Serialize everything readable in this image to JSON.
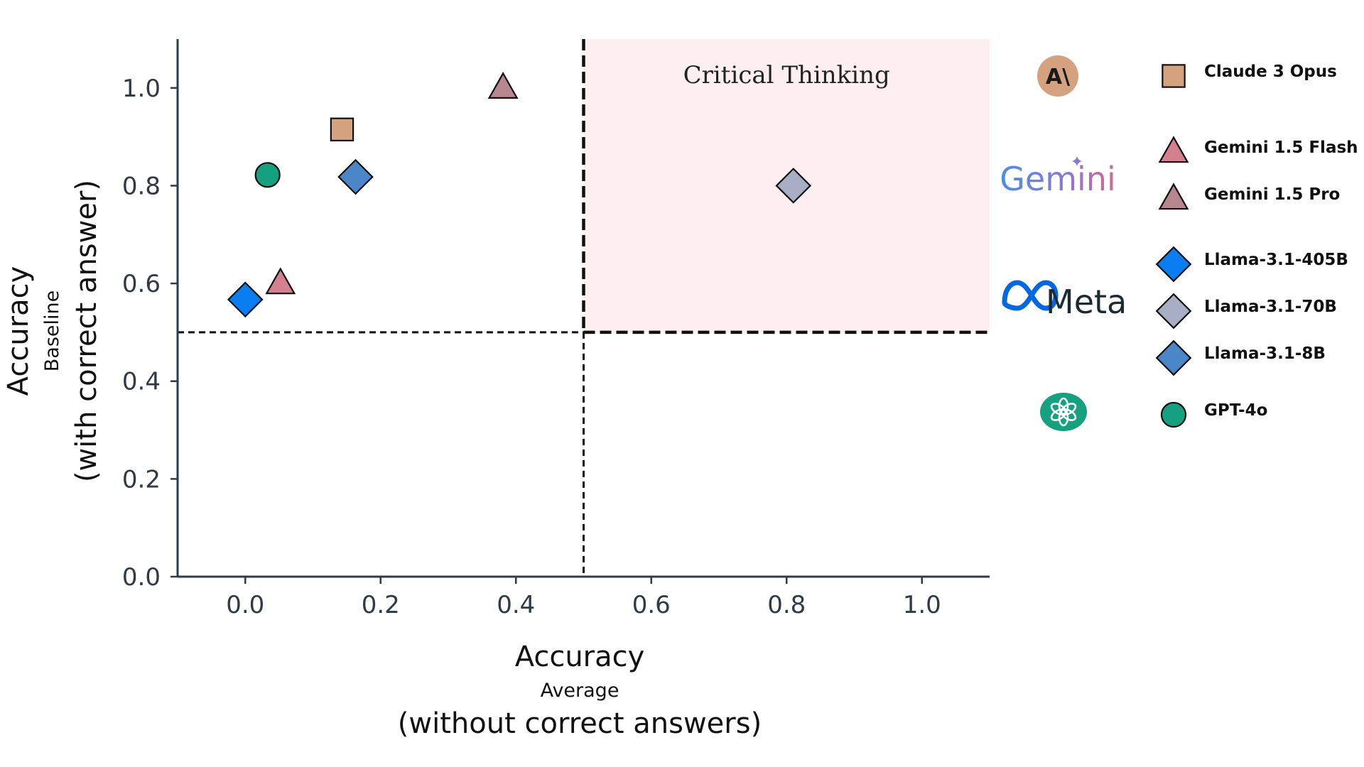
{
  "chart_data": {
    "type": "scatter",
    "xlabel": {
      "main": "Accuracy",
      "sub": "Average",
      "detail": "(without correct answers)"
    },
    "ylabel": {
      "main": "Accuracy",
      "sub": "Baseline",
      "detail": "(with correct answer)"
    },
    "xlim": [
      -0.1,
      1.1
    ],
    "ylim": [
      0.0,
      1.1
    ],
    "x_ticks": [
      0.0,
      0.2,
      0.4,
      0.6,
      0.8,
      1.0
    ],
    "y_ticks": [
      0.0,
      0.2,
      0.4,
      0.6,
      0.8,
      1.0
    ],
    "x_tick_labels": [
      "0.0",
      "0.2",
      "0.4",
      "0.6",
      "0.8",
      "1.0"
    ],
    "y_tick_labels": [
      "0.0",
      "0.2",
      "0.4",
      "0.6",
      "0.8",
      "1.0"
    ],
    "threshold_x": 0.5,
    "threshold_y": 0.5,
    "region": {
      "label": "Critical Thinking",
      "x_from": 0.5,
      "y_from": 0.5,
      "color": "#fdeff1"
    },
    "grid": false,
    "legend_position": "right",
    "series": [
      {
        "name": "Claude 3 Opus",
        "marker": "square",
        "color": "#d4a27f",
        "x": 0.143,
        "y": 0.915
      },
      {
        "name": "Gemini 1.5 Flash",
        "marker": "triangle",
        "color": "#d5808e",
        "x": 0.052,
        "y": 0.6
      },
      {
        "name": "Gemini 1.5 Pro",
        "marker": "triangle",
        "color": "#b8868e",
        "x": 0.381,
        "y": 1.0
      },
      {
        "name": "Llama-3.1-405B",
        "marker": "diamond",
        "color": "#0a7ef0",
        "x": 0.0,
        "y": 0.567
      },
      {
        "name": "Llama-3.1-70B",
        "marker": "diamond",
        "color": "#a8aec3",
        "x": 0.81,
        "y": 0.8
      },
      {
        "name": "Llama-3.1-8B",
        "marker": "diamond",
        "color": "#4a86c8",
        "x": 0.163,
        "y": 0.818
      },
      {
        "name": "GPT-4o",
        "marker": "circle",
        "color": "#15a07f",
        "x": 0.033,
        "y": 0.822
      }
    ]
  },
  "brands": {
    "anthropic": {
      "mark": "A\\",
      "color": "#d4a27f"
    },
    "gemini": {
      "word": "Gemini",
      "spark": "✦"
    },
    "meta": {
      "word": "Meta",
      "color": "#0668e1"
    },
    "openai": {
      "color": "#15a07f"
    }
  }
}
